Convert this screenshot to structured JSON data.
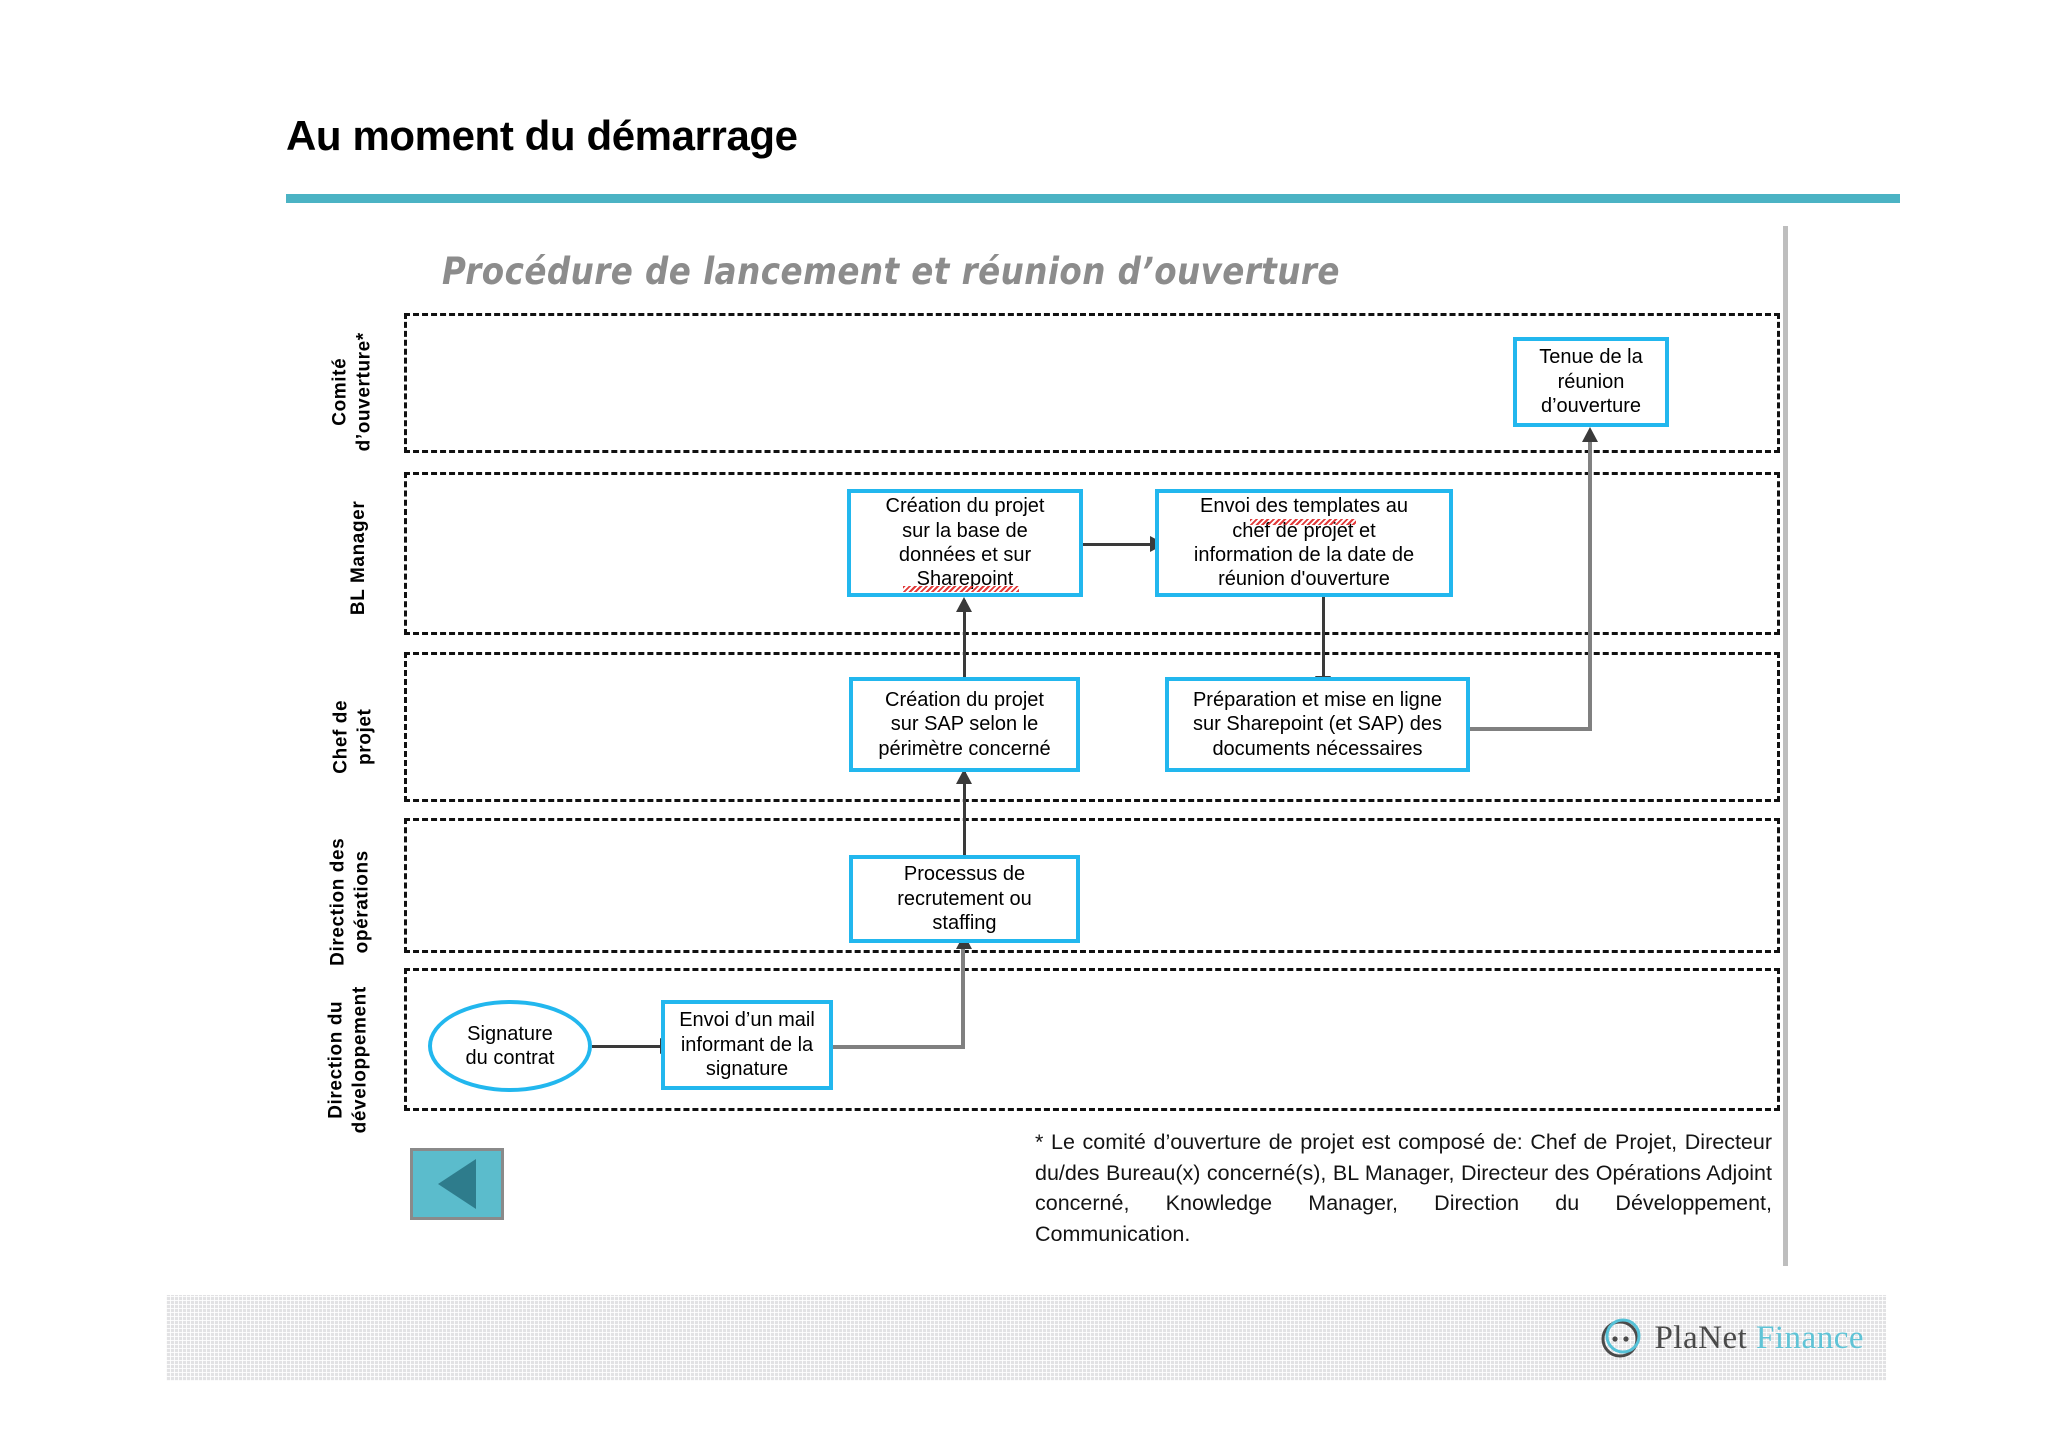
{
  "slide": {
    "title": "Au moment du démarrage",
    "accent_color": "#4BB3C4"
  },
  "diagram": {
    "heading": "Procédure de lancement et réunion d’ouverture",
    "node_border_color": "#22B7EE",
    "lanes": [
      {
        "id": "comite",
        "label": "Comité\nd’ouverture*"
      },
      {
        "id": "bl-manager",
        "label": "BL Manager"
      },
      {
        "id": "chef-projet",
        "label": "Chef de\nprojet"
      },
      {
        "id": "direction-ops",
        "label": "Direction des\nopérations"
      },
      {
        "id": "direction-dev",
        "label": "Direction du\ndéveloppement"
      }
    ],
    "nodes": [
      {
        "id": "tenue-reunion",
        "lane": "comite",
        "shape": "rect",
        "text": "Tenue de la\nréunion\nd’ouverture"
      },
      {
        "id": "creation-bdd",
        "lane": "bl-manager",
        "shape": "rect",
        "text": "Création du projet\nsur la base de\ndonnées et sur\nSharepoint"
      },
      {
        "id": "envoi-templates",
        "lane": "bl-manager",
        "shape": "rect",
        "text": "Envoi des templates au\nchef de projet et\ninformation de la date de\nréunion d'ouverture"
      },
      {
        "id": "creation-sap",
        "lane": "chef-projet",
        "shape": "rect",
        "text": "Création du projet\nsur SAP  selon le\npérimètre concerné"
      },
      {
        "id": "preparation-mel",
        "lane": "chef-projet",
        "shape": "rect",
        "text": "Préparation et mise en ligne\nsur Sharepoint (et SAP)   des\ndocuments nécessaires"
      },
      {
        "id": "processus-recrut",
        "lane": "direction-ops",
        "shape": "rect",
        "text": "Processus de\nrecrutement ou\nstaffing"
      },
      {
        "id": "signature-contrat",
        "lane": "direction-dev",
        "shape": "oval",
        "text": "Signature\ndu contrat"
      },
      {
        "id": "envoi-mail",
        "lane": "direction-dev",
        "shape": "rect",
        "text": "Envoi d’un mail\ninformant de la\nsignature"
      }
    ],
    "footnote": "* Le comité d’ouverture de projet est composé de: Chef de Projet, Directeur du/des Bureau(x) concerné(s), BL Manager, Directeur des Opérations Adjoint concerné, Knowledge Manager, Direction du Développement, Communication."
  },
  "controls": {
    "back_button_label": "back-triangle-icon"
  },
  "footer": {
    "logo_word_1": "PlaNet",
    "logo_word_2": "Finance"
  }
}
